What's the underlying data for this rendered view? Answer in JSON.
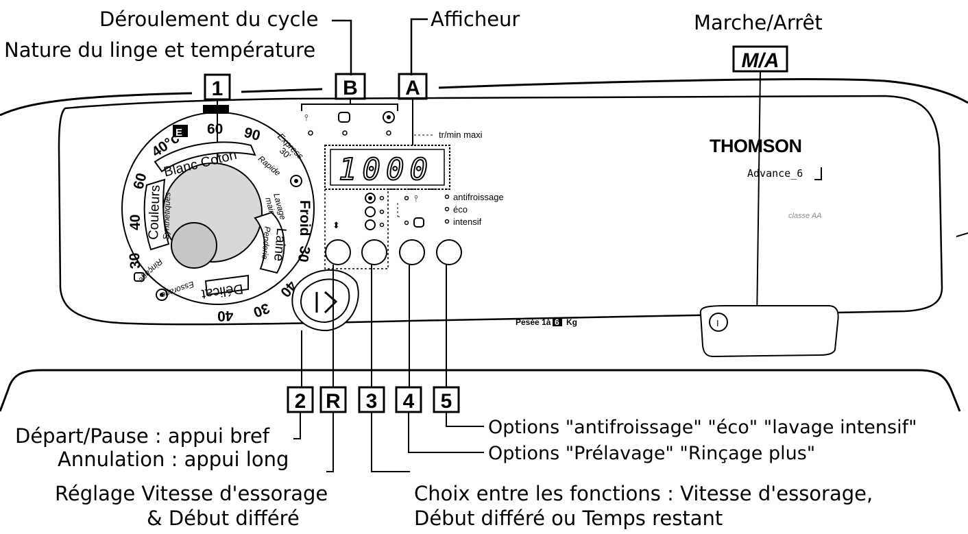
{
  "labels": {
    "deroulement": "Déroulement du cycle",
    "nature": "Nature du linge et température",
    "afficheur": "Afficheur",
    "marche": "Marche/Arrêt",
    "depart": "Départ/Pause : appui bref",
    "annulation": "Annulation : appui long",
    "reglage1": "Réglage Vitesse d'essorage",
    "reglage2": "& Début différé",
    "choix1": "Choix entre les fonctions : Vitesse d'essorage,",
    "choix2": "Début différé ou Temps restant",
    "opt5": "Options \"antifroissage\" \"éco\" \"lavage intensif\"",
    "opt4": "Options \"Prélavage\" \"Rinçage plus\""
  },
  "boxes": {
    "one": "1",
    "b": "B",
    "a": "A",
    "ma": "M/A",
    "two": "2",
    "r": "R",
    "three": "3",
    "four": "4",
    "five": "5"
  },
  "panel": {
    "brand": "THOMSON",
    "model": "Advance_6",
    "faint_logo": "classe AA",
    "tr_min": "tr/min maxi",
    "display": "1000",
    "opt_antifroissage": "antifroissage",
    "opt_eco": "éco",
    "opt_intensif": "intensif",
    "pesee_prefix": "Pesée 1à",
    "pesee_value": "6",
    "pesee_unit": "Kg",
    "power_symbol": "I"
  },
  "dial": {
    "t40c": "40°c",
    "tE": "E",
    "t60top": "60",
    "t90": "90",
    "express": "Express",
    "express30": "30'",
    "blanc": "Blanc Coton",
    "rapide": "Rapide",
    "lavage": "Lavage",
    "main": "main",
    "froid": "Froid",
    "laine": "Laine",
    "penderie": "Penderie",
    "t30r": "30",
    "t40r": "40",
    "t30b": "30",
    "t40b": "40",
    "delicat": "Délicat",
    "essorage": "Essorage",
    "rincage": "Rinçage",
    "couleurs": "Couleurs",
    "synth": "Synthétiques",
    "t60l": "60",
    "t40l": "40",
    "t30l": "30"
  }
}
